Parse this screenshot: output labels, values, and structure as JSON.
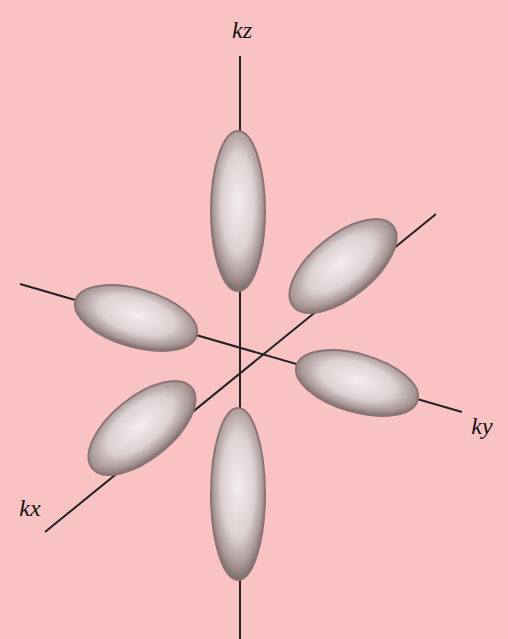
{
  "diagram": {
    "labels": [
      "kz",
      "ky",
      "kx"
    ]
  }
}
